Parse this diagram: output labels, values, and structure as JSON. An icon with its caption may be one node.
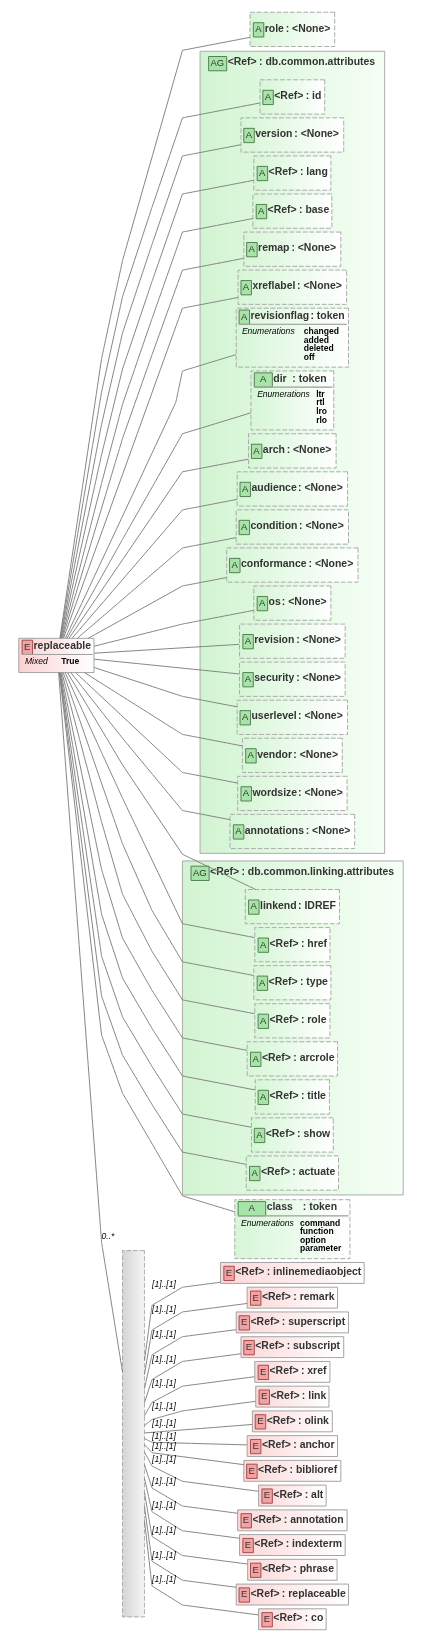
{
  "diagram": {
    "nodes": [
      {
        "text": [
          "E",
          "replaceable",
          "Mixed",
          "True"
        ]
      },
      {
        "text": [
          "A",
          "role",
          ": <None>"
        ]
      },
      {
        "text": [
          "AG",
          "<Ref>",
          ": db.common.attributes"
        ]
      },
      {
        "text": [
          "A",
          "<Ref>",
          ": id"
        ],
        "in": 2
      },
      {
        "text": [
          "A",
          "version",
          ": <None>"
        ],
        "in": 2
      },
      {
        "text": [
          "A",
          "<Ref>",
          ": lang"
        ],
        "in": 2
      },
      {
        "text": [
          "A",
          "<Ref>",
          ": base"
        ],
        "in": 2
      },
      {
        "text": [
          "A",
          "remap",
          ": <None>"
        ],
        "in": 2
      },
      {
        "text": [
          "A",
          "xreflabel",
          ": <None>"
        ],
        "in": 2
      },
      {
        "text": [
          "A",
          "revisionflag",
          ": token",
          "Enumerations",
          "changed",
          "added",
          "deleted",
          "off"
        ],
        "in": 2
      },
      {
        "text": [
          "A",
          "dir",
          ": token",
          "Enumerations",
          "ltr",
          "rtl",
          "lro",
          "rlo"
        ],
        "in": 2
      },
      {
        "text": [
          "A",
          "arch",
          ": <None>"
        ],
        "in": 2
      },
      {
        "text": [
          "A",
          "audience",
          ": <None>"
        ],
        "in": 2
      },
      {
        "text": [
          "A",
          "condition",
          ": <None>"
        ],
        "in": 2
      },
      {
        "text": [
          "A",
          "conformance",
          ": <None>"
        ],
        "in": 2
      },
      {
        "text": [
          "A",
          "os",
          ": <None>"
        ],
        "in": 2
      },
      {
        "text": [
          "A",
          "revision",
          ": <None>"
        ],
        "in": 2
      },
      {
        "text": [
          "A",
          "security",
          ": <None>"
        ],
        "in": 2
      },
      {
        "text": [
          "A",
          "userlevel",
          ": <None>"
        ],
        "in": 2
      },
      {
        "text": [
          "A",
          "vendor",
          ": <None>"
        ],
        "in": 2
      },
      {
        "text": [
          "A",
          "wordsize",
          ": <None>"
        ],
        "in": 2
      },
      {
        "text": [
          "A",
          "annotations",
          ": <None>"
        ],
        "in": 2
      },
      {
        "text": [
          "AG",
          "<Ref>",
          ": db.common.linking.attributes"
        ]
      },
      {
        "text": [
          "A",
          "linkend",
          ": IDREF"
        ],
        "in": 22
      },
      {
        "text": [
          "A",
          "<Ref>",
          ": href"
        ],
        "in": 22
      },
      {
        "text": [
          "A",
          "<Ref>",
          ": type"
        ],
        "in": 22
      },
      {
        "text": [
          "A",
          "<Ref>",
          ": role"
        ],
        "in": 22
      },
      {
        "text": [
          "A",
          "<Ref>",
          ": arcrole"
        ],
        "in": 22
      },
      {
        "text": [
          "A",
          "<Ref>",
          ": title"
        ],
        "in": 22
      },
      {
        "text": [
          "A",
          "<Ref>",
          ": show"
        ],
        "in": 22
      },
      {
        "text": [
          "A",
          "<Ref>",
          ": actuate"
        ],
        "in": 22
      },
      {
        "text": [
          "A",
          "class",
          ": token",
          "Enumerations",
          "command",
          "function",
          "option",
          "parameter"
        ]
      },
      {
        "text": [],
        "shape": "bar"
      },
      {
        "text": [
          "E",
          "<Ref>",
          ": inlinemediaobject"
        ]
      },
      {
        "text": [
          "E",
          "<Ref>",
          ": remark"
        ]
      },
      {
        "text": [
          "E",
          "<Ref>",
          ": superscript"
        ]
      },
      {
        "text": [
          "E",
          "<Ref>",
          ": subscript"
        ]
      },
      {
        "text": [
          "E",
          "<Ref>",
          ": xref"
        ]
      },
      {
        "text": [
          "E",
          "<Ref>",
          ": link"
        ]
      },
      {
        "text": [
          "E",
          "<Ref>",
          ": olink"
        ]
      },
      {
        "text": [
          "E",
          "<Ref>",
          ": anchor"
        ]
      },
      {
        "text": [
          "E",
          "<Ref>",
          ": biblioref"
        ]
      },
      {
        "text": [
          "E",
          "<Ref>",
          ": alt"
        ]
      },
      {
        "text": [
          "E",
          "<Ref>",
          ": annotation"
        ]
      },
      {
        "text": [
          "E",
          "<Ref>",
          ": indexterm"
        ]
      },
      {
        "text": [
          "E",
          "<Ref>",
          ": phrase"
        ]
      },
      {
        "text": [
          "E",
          "<Ref>",
          ": replaceable"
        ]
      },
      {
        "text": [
          "E",
          "<Ref>",
          ": co"
        ]
      }
    ],
    "edges": [
      {
        "from": 0,
        "to": 1,
        "arrow": "none"
      },
      {
        "from": 0,
        "to": 3,
        "arrow": "none"
      },
      {
        "from": 0,
        "to": 4,
        "arrow": "none"
      },
      {
        "from": 0,
        "to": 5,
        "arrow": "none"
      },
      {
        "from": 0,
        "to": 6,
        "arrow": "none"
      },
      {
        "from": 0,
        "to": 7,
        "arrow": "none"
      },
      {
        "from": 0,
        "to": 8,
        "arrow": "none"
      },
      {
        "from": 0,
        "to": 9,
        "arrow": "none"
      },
      {
        "from": 0,
        "to": 10,
        "arrow": "none"
      },
      {
        "from": 0,
        "to": 11,
        "arrow": "none"
      },
      {
        "from": 0,
        "to": 12,
        "arrow": "none"
      },
      {
        "from": 0,
        "to": 13,
        "arrow": "none"
      },
      {
        "from": 0,
        "to": 14,
        "arrow": "none"
      },
      {
        "from": 0,
        "to": 15,
        "arrow": "none"
      },
      {
        "from": 0,
        "to": 16,
        "arrow": "none"
      },
      {
        "from": 0,
        "to": 17,
        "arrow": "none"
      },
      {
        "from": 0,
        "to": 18,
        "arrow": "none"
      },
      {
        "from": 0,
        "to": 19,
        "arrow": "none"
      },
      {
        "from": 0,
        "to": 20,
        "arrow": "none"
      },
      {
        "from": 0,
        "to": 21,
        "arrow": "none"
      },
      {
        "from": 0,
        "to": 23,
        "arrow": "none"
      },
      {
        "from": 0,
        "to": 24,
        "arrow": "none"
      },
      {
        "from": 0,
        "to": 25,
        "arrow": "none"
      },
      {
        "from": 0,
        "to": 26,
        "arrow": "none"
      },
      {
        "from": 0,
        "to": 27,
        "arrow": "none"
      },
      {
        "from": 0,
        "to": 28,
        "arrow": "none"
      },
      {
        "from": 0,
        "to": 29,
        "arrow": "none"
      },
      {
        "from": 0,
        "to": 30,
        "arrow": "none"
      },
      {
        "from": 0,
        "to": 31,
        "arrow": "none"
      },
      {
        "from": 0,
        "to": 32,
        "arrow": "none",
        "label": "0..*"
      },
      {
        "from": 32,
        "to": 33,
        "arrow": "none",
        "label": "[1]..[1]"
      },
      {
        "from": 32,
        "to": 34,
        "arrow": "none",
        "label": "[1]..[1]"
      },
      {
        "from": 32,
        "to": 35,
        "arrow": "none",
        "label": "[1]..[1]"
      },
      {
        "from": 32,
        "to": 36,
        "arrow": "none",
        "label": "[1]..[1]"
      },
      {
        "from": 32,
        "to": 37,
        "arrow": "none",
        "label": "[1]..[1]"
      },
      {
        "from": 32,
        "to": 38,
        "arrow": "none",
        "label": "[1]..[1]"
      },
      {
        "from": 32,
        "to": 39,
        "arrow": "none",
        "label": "[1]..[1]"
      },
      {
        "from": 32,
        "to": 40,
        "arrow": "none",
        "label": "[1]..[1]"
      },
      {
        "from": 32,
        "to": 41,
        "arrow": "none",
        "label": "[1]..[1]"
      },
      {
        "from": 32,
        "to": 42,
        "arrow": "none",
        "label": "[1]..[1]"
      },
      {
        "from": 32,
        "to": 43,
        "arrow": "none",
        "label": "[1]..[1]"
      },
      {
        "from": 32,
        "to": 44,
        "arrow": "none",
        "label": "[1]..[1]"
      },
      {
        "from": 32,
        "to": 45,
        "arrow": "none",
        "label": "[1]..[1]"
      },
      {
        "from": 32,
        "to": 46,
        "arrow": "none",
        "label": "[1]..[1]"
      },
      {
        "from": 32,
        "to": 47,
        "arrow": "none",
        "label": "[1]..[1]"
      }
    ]
  }
}
